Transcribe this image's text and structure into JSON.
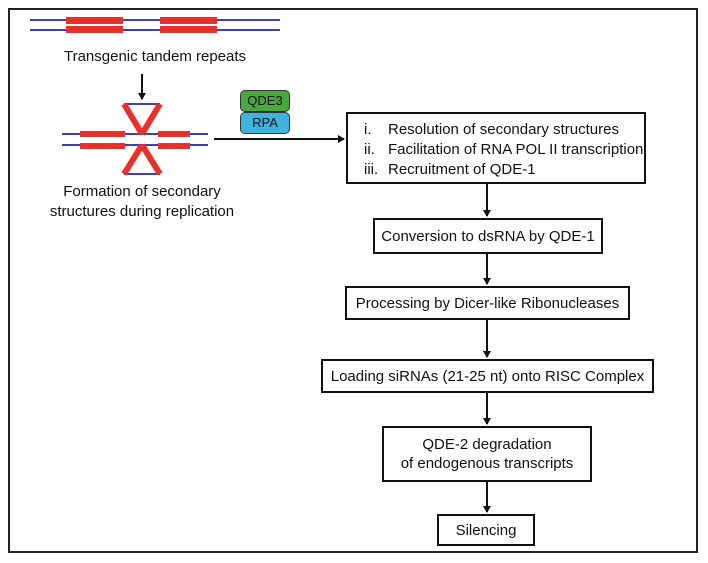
{
  "left": {
    "repeats_caption": "Transgenic tandem repeats",
    "secondary_caption_line1": "Formation of secondary",
    "secondary_caption_line2": "structures during replication"
  },
  "proteins": {
    "top": {
      "label": "QDE3",
      "color": "#4aa83f"
    },
    "bottom": {
      "label": "RPA",
      "color": "#3fb3e0"
    }
  },
  "steps": [
    {
      "num": "i.",
      "text": "Resolution of secondary structures"
    },
    {
      "num": "ii.",
      "text": "Facilitation of RNA POL II transcription"
    },
    {
      "num": "iii.",
      "text": "Recruitment of QDE-1"
    }
  ],
  "flow": {
    "dsrna": "Conversion to dsRNA by QDE-1",
    "dicer": "Processing by Dicer-like Ribonucleases",
    "risc": "Loading siRNAs (21-25 nt) onto RISC Complex",
    "qde2_line1": "QDE-2 degradation",
    "qde2_line2": "of endogenous transcripts",
    "silencing": "Silencing"
  },
  "colors": {
    "dna_strand": "#3a3fc4",
    "repeat": "#e8312a"
  }
}
